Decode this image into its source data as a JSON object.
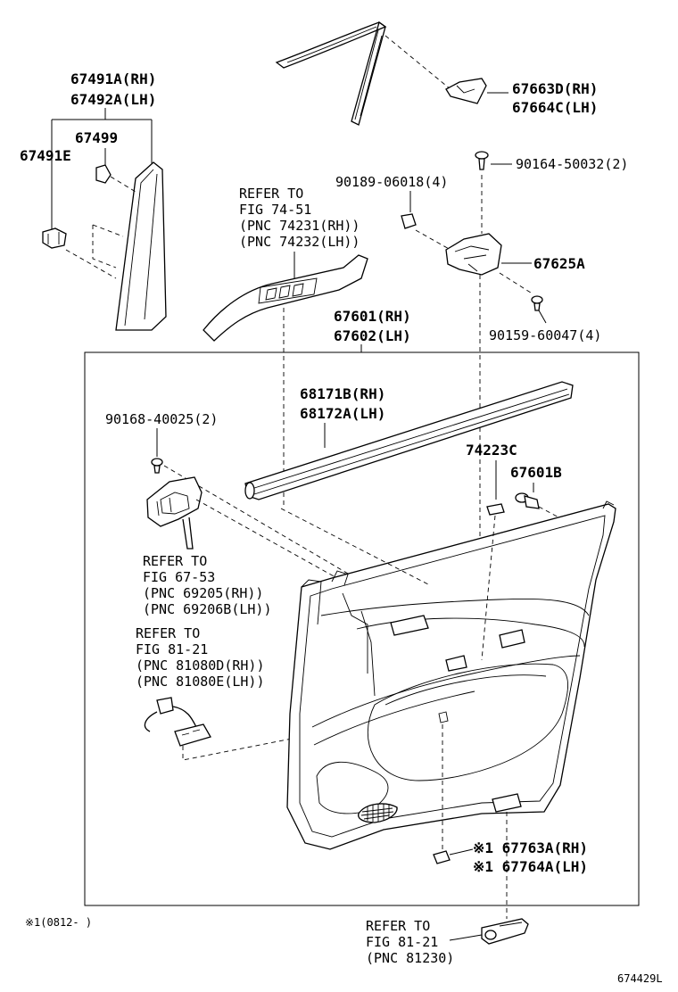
{
  "labels": {
    "p67491a": "67491A(RH)",
    "p67492a": "67492A(LH)",
    "p67499": "67499",
    "p67491e": "67491E",
    "p67663d": "67663D(RH)",
    "p67664c": "67664C(LH)",
    "p90164": "90164-50032(2)",
    "p90189": "90189-06018(4)",
    "p67625a": "67625A",
    "p90159": "90159-60047(4)",
    "refer1_l1": "REFER TO",
    "refer1_l2": "FIG 74-51",
    "refer1_l3": "(PNC 74231(RH))",
    "refer1_l4": "(PNC 74232(LH))",
    "p67601": "67601(RH)",
    "p67602": "67602(LH)",
    "p68171b": "68171B(RH)",
    "p68172a": "68172A(LH)",
    "p90168": "90168-40025(2)",
    "p74223c": "74223C",
    "p67601b": "67601B",
    "refer2_l1": "REFER TO",
    "refer2_l2": "FIG 67-53",
    "refer2_l3": "(PNC 69205(RH))",
    "refer2_l4": "(PNC 69206B(LH))",
    "refer3_l1": "REFER TO",
    "refer3_l2": "FIG 81-21",
    "refer3_l3": "(PNC 81080D(RH))",
    "refer3_l4": "(PNC 81080E(LH))",
    "p67763a": "※1 67763A(RH)",
    "p67764a": "※1 67764A(LH)",
    "footnote": "※1(0812-    )",
    "refer4_l1": "REFER TO",
    "refer4_l2": "FIG 81-21",
    "refer4_l3": "(PNC 81230)",
    "figure_id": "674429L"
  }
}
